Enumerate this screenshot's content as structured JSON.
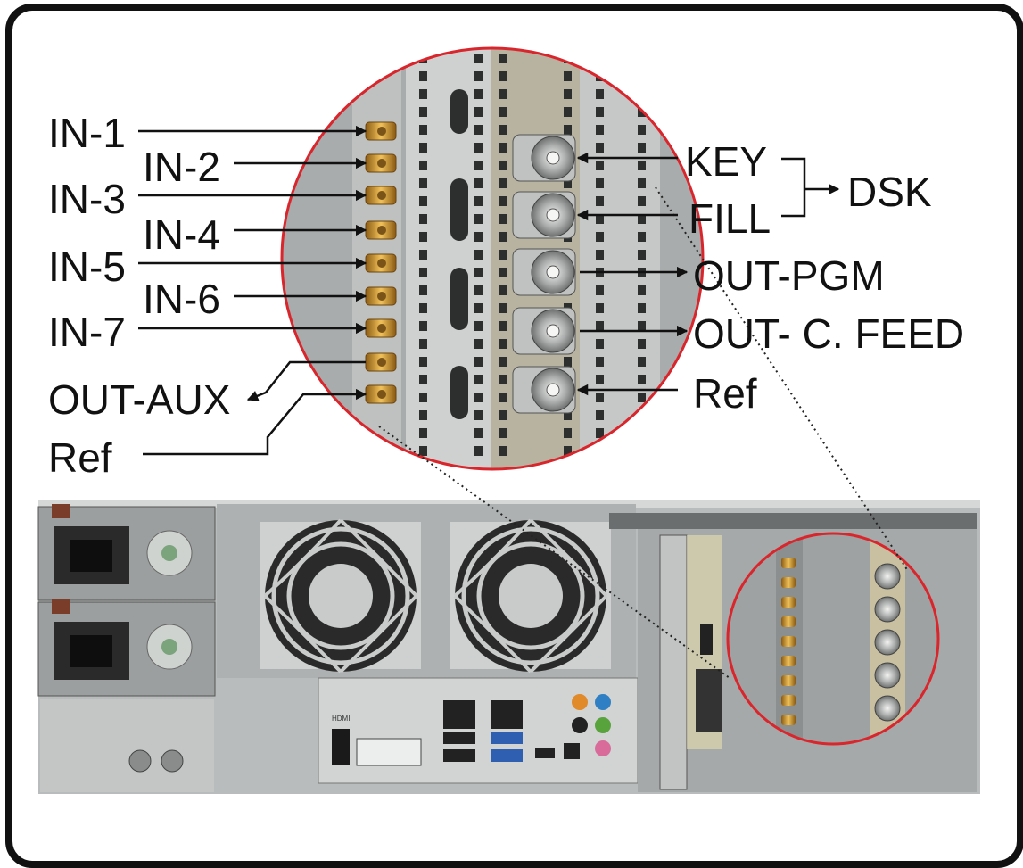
{
  "labels": {
    "in1": "IN-1",
    "in2": "IN-2",
    "in3": "IN-3",
    "in4": "IN-4",
    "in5": "IN-5",
    "in6": "IN-6",
    "in7": "IN-7",
    "out_aux": "OUT-AUX",
    "ref_left": "Ref",
    "key": "KEY",
    "fill": "FILL",
    "dsk": "DSK",
    "out_pgm": "OUT-PGM",
    "out_cfeed": "OUT- C. FEED",
    "ref_right": "Ref"
  },
  "panel_text": {
    "hdmi": "HDMI"
  },
  "colors": {
    "highlight_circle": "#d9262c",
    "sma_connector": "#c9962e",
    "bnc_connector": "#b9bcbc",
    "chassis": "#b8bbbb",
    "fan": "#2a2a2a",
    "audio_orange": "#e08a2a",
    "audio_blue": "#2f7fc4",
    "audio_green": "#59a33d",
    "audio_pink": "#d96b9a"
  }
}
